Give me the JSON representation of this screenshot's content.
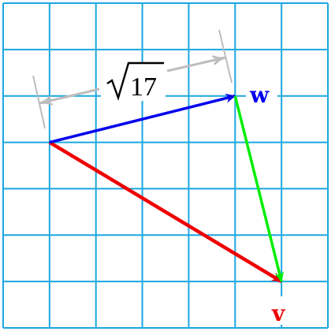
{
  "colors": {
    "grid": "#1aa7e0",
    "vector_w": "#0000ee",
    "vector_v": "#ee0000",
    "vector_diff": "#00ee00",
    "dimension": "#bdbdbd",
    "text": "#000000"
  },
  "diagram": {
    "grid_columns": 7,
    "grid_rows": 7,
    "points": {
      "origin": [
        1,
        4
      ],
      "w_tip": [
        5,
        5
      ],
      "v_tip": [
        6,
        1
      ]
    },
    "labels": {
      "w": "w",
      "v": "v",
      "length_radical": "√",
      "length_value": "17"
    }
  }
}
